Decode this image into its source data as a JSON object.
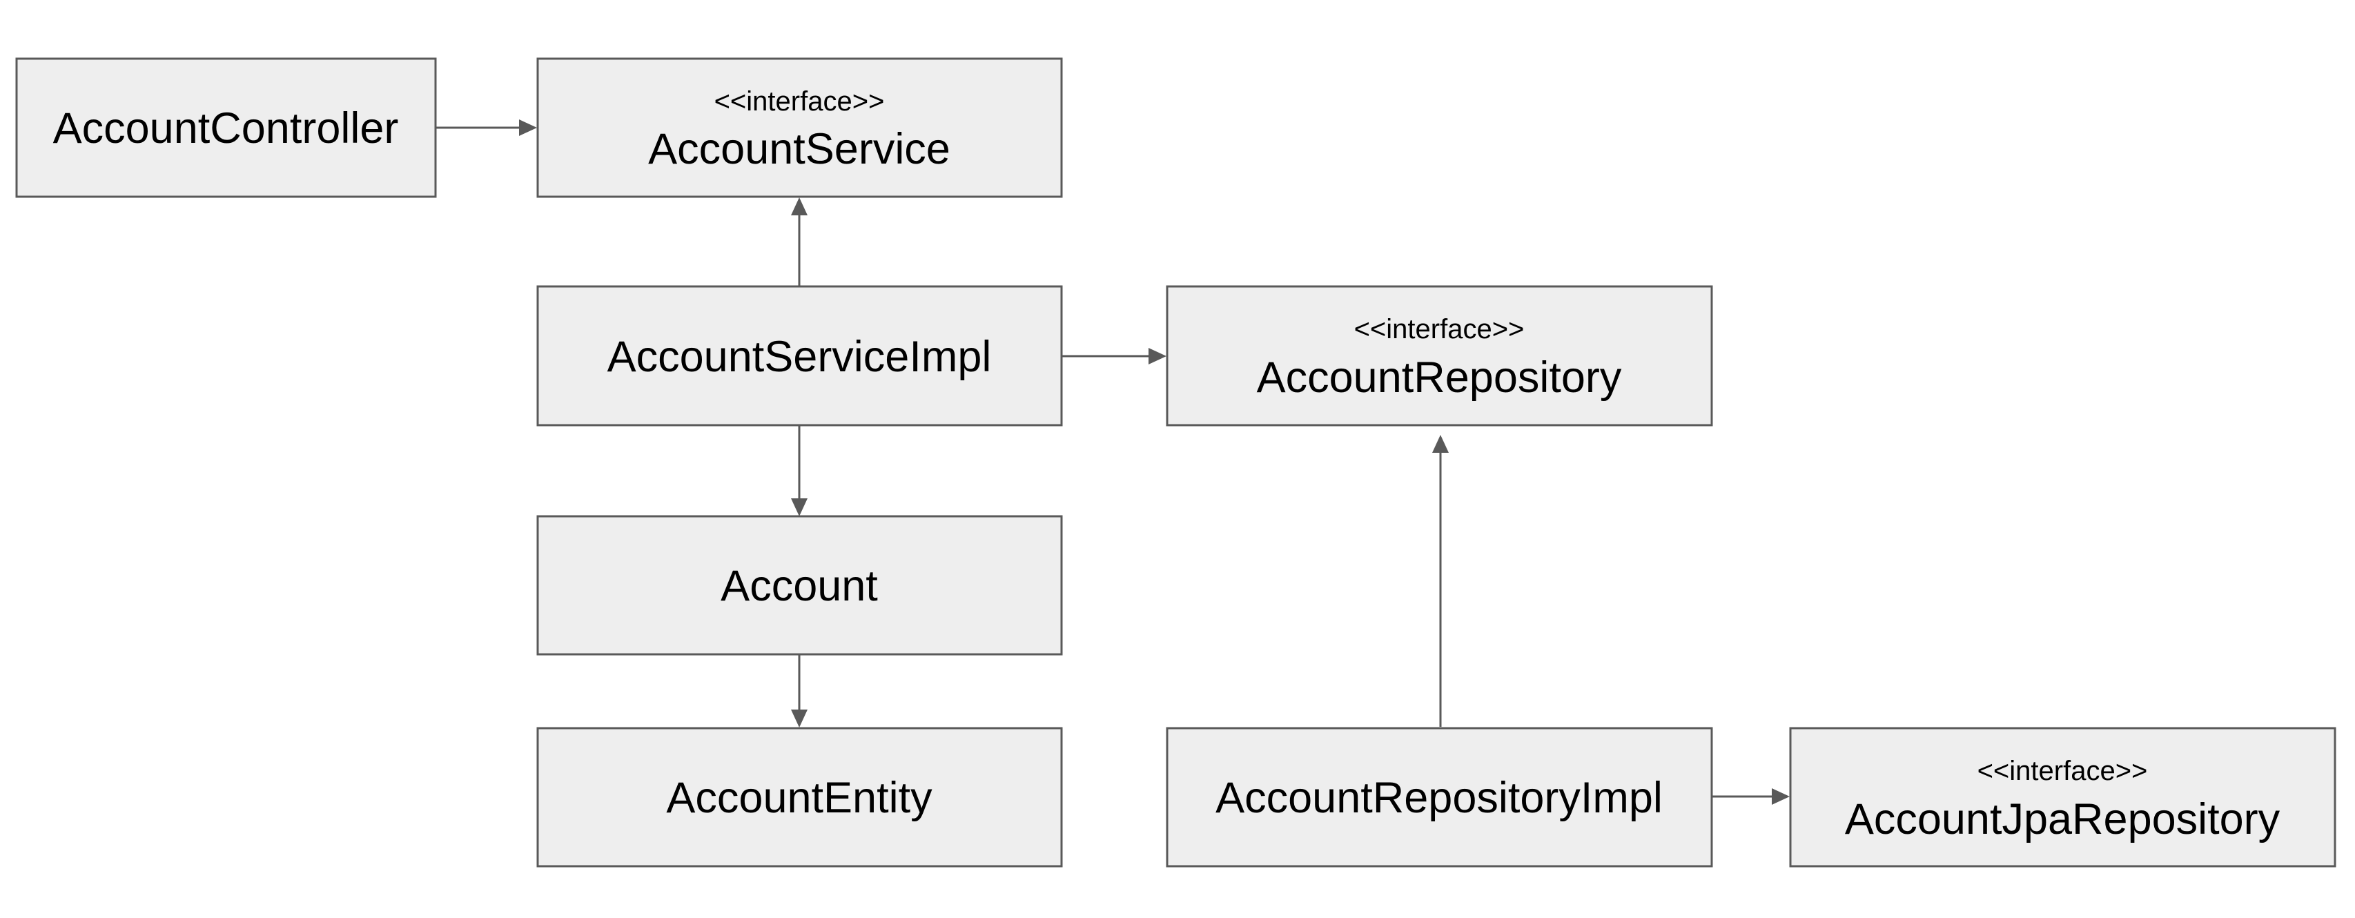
{
  "diagram": {
    "nodes": {
      "controller": {
        "name": "AccountController",
        "stereotype": ""
      },
      "service": {
        "name": "AccountService",
        "stereotype": "<<interface>>"
      },
      "service_impl": {
        "name": "AccountServiceImpl",
        "stereotype": ""
      },
      "repository": {
        "name": "AccountRepository",
        "stereotype": "<<interface>>"
      },
      "account": {
        "name": "Account",
        "stereotype": ""
      },
      "entity": {
        "name": "AccountEntity",
        "stereotype": ""
      },
      "repository_impl": {
        "name": "AccountRepositoryImpl",
        "stereotype": ""
      },
      "jpa_repository": {
        "name": "AccountJpaRepository",
        "stereotype": "<<interface>>"
      }
    },
    "edges": [
      {
        "from": "AccountController",
        "to": "AccountService"
      },
      {
        "from": "AccountServiceImpl",
        "to": "AccountService"
      },
      {
        "from": "AccountServiceImpl",
        "to": "AccountRepository"
      },
      {
        "from": "AccountServiceImpl",
        "to": "Account"
      },
      {
        "from": "Account",
        "to": "AccountEntity"
      },
      {
        "from": "AccountRepositoryImpl",
        "to": "AccountRepository"
      },
      {
        "from": "AccountRepositoryImpl",
        "to": "AccountJpaRepository"
      }
    ]
  }
}
